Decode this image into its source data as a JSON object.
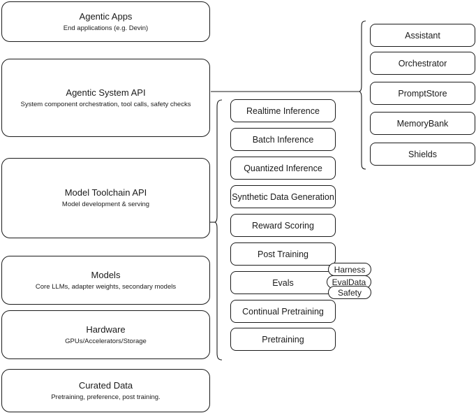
{
  "diagram": {
    "title": "Agentic AI Stack Layers",
    "stroke_color": "#1a1a1a",
    "background_color": "#ffffff"
  },
  "stack_layers": [
    {
      "title": "Agentic Apps",
      "subtitle": "End applications (e.g. Devin)"
    },
    {
      "title": "Agentic System API",
      "subtitle": "System component orchestration, tool calls, safety checks"
    },
    {
      "title": "Model Toolchain API",
      "subtitle": "Model development & serving"
    },
    {
      "title": "Models",
      "subtitle": "Core LLMs, adapter weights, secondary models"
    },
    {
      "title": "Hardware",
      "subtitle": "GPUs/Accelerators/Storage"
    },
    {
      "title": "Curated Data",
      "subtitle": "Pretraining, preference, post training."
    }
  ],
  "toolchain_components": [
    {
      "label": "Realtime Inference"
    },
    {
      "label": "Batch Inference"
    },
    {
      "label": "Quantized Inference"
    },
    {
      "label": "Synthetic Data Generation"
    },
    {
      "label": "Reward Scoring"
    },
    {
      "label": "Post Training"
    },
    {
      "label": "Evals"
    },
    {
      "label": "Continual Pretraining"
    },
    {
      "label": "Pretraining"
    }
  ],
  "eval_subcomponents": [
    {
      "label": "Harness"
    },
    {
      "label": "EvalData"
    },
    {
      "label": "Safety"
    }
  ],
  "agentic_system_components": [
    {
      "label": "Assistant"
    },
    {
      "label": "Orchestrator"
    },
    {
      "label": "PromptStore"
    },
    {
      "label": "MemoryBank"
    },
    {
      "label": "Shields"
    }
  ]
}
